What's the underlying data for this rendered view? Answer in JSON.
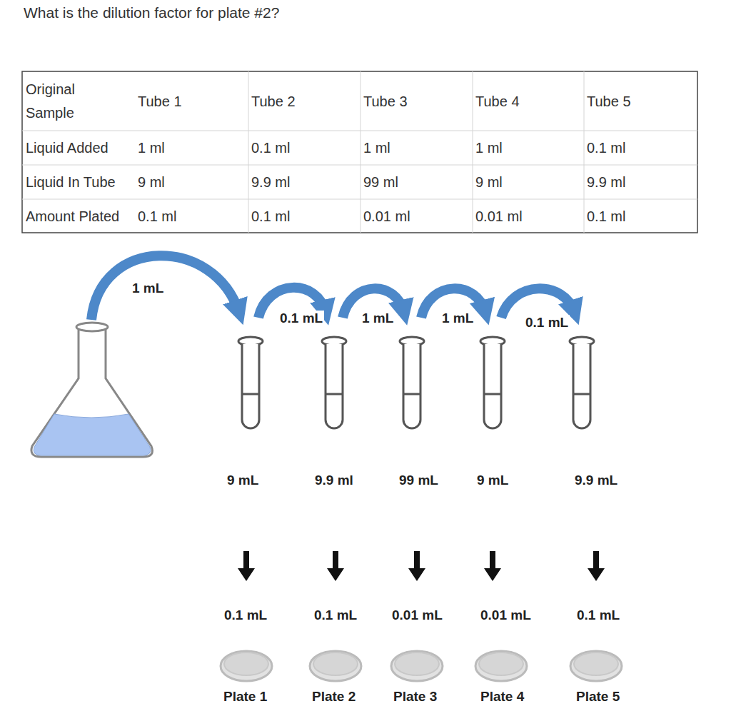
{
  "diagram": {
    "title": "What is the dilution factor for plate #2?",
    "labels": [
      "Original Sample",
      "Tube 1",
      "Tube 2",
      "Tube 3",
      "Tube 4",
      "Tube 5",
      "Liquid Added",
      "1 ml",
      "0.1 ml",
      "1 ml",
      "1 ml",
      "0.1 ml",
      "Liquid In Tube",
      "9 ml",
      "9.9 ml",
      "99 ml",
      "9 ml",
      "9.9 ml",
      "Amount Plated",
      "0.1 ml",
      "0.1 ml",
      "0.01 ml",
      "0.01 ml",
      "0.1 ml",
      "1 mL",
      "0.1 mL",
      "1 mL",
      "1 mL",
      "0.1 mL",
      "9 mL",
      "9.9 ml",
      "99 mL",
      "9 mL",
      "9.9 mL",
      "0.1 mL",
      "0.1 mL",
      "0.01 mL",
      "0.01 mL",
      "0.1 mL",
      "Plate 1",
      "Plate 2",
      "Plate 3",
      "Plate 4",
      "Plate 5"
    ]
  }
}
